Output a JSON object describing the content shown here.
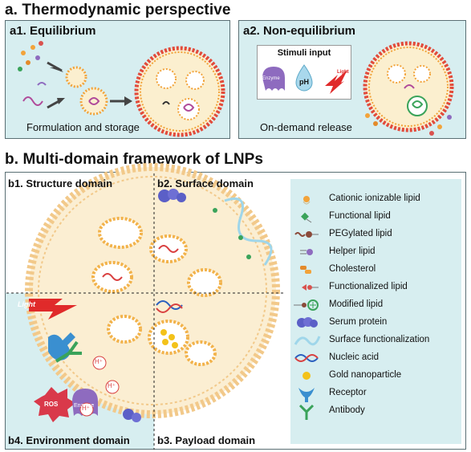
{
  "section_a": {
    "title": "a. Thermodynamic perspective",
    "a1": {
      "title": "a1. Equilibrium",
      "caption": "Formulation and storage"
    },
    "a2": {
      "title": "a2. Non-equilibrium",
      "caption": "On-demand release",
      "stimuli": {
        "title": "Stimuli input",
        "enzyme": "Enzyme",
        "ph": "pH",
        "light": "Light"
      }
    }
  },
  "section_b": {
    "title": "b. Multi-domain framework of LNPs",
    "domains": {
      "b1": "b1. Structure domain",
      "b2": "b2. Surface domain",
      "b3": "b3. Payload domain",
      "b4": "b4. Environment domain"
    },
    "env_labels": {
      "light": "Light",
      "ros": "ROS",
      "enzyme": "Enzyme",
      "h_plus": "H⁺"
    },
    "legend": [
      {
        "label": "Cationic ionizable lipid",
        "icon": "cationic-lipid-icon",
        "color": "#f2a33a"
      },
      {
        "label": "Functional lipid",
        "icon": "functional-lipid-icon",
        "color": "#3aa35a"
      },
      {
        "label": "PEGylated lipid",
        "icon": "pegylated-lipid-icon",
        "color": "#8b4a3a"
      },
      {
        "label": "Helper lipid",
        "icon": "helper-lipid-icon",
        "color": "#8e6bbf"
      },
      {
        "label": "Cholesterol",
        "icon": "cholesterol-icon",
        "color": "#e38a2a"
      },
      {
        "label": "Functionalized lipid",
        "icon": "functionalized-lipid-icon",
        "color": "#d9534f"
      },
      {
        "label": "Modified lipid",
        "icon": "modified-lipid-icon",
        "color": "#3aa35a"
      },
      {
        "label": "Serum protein",
        "icon": "serum-protein-icon",
        "color": "#5b5fc7"
      },
      {
        "label": "Surface functionalization",
        "icon": "surface-functionalization-icon",
        "color": "#9fd6ea"
      },
      {
        "label": "Nucleic acid",
        "icon": "nucleic-acid-icon",
        "color": "#d94040"
      },
      {
        "label": "Gold nanoparticle",
        "icon": "gold-nanoparticle-icon",
        "color": "#f3c21a"
      },
      {
        "label": "Receptor",
        "icon": "receptor-icon",
        "color": "#3a8fd0"
      },
      {
        "label": "Antibody",
        "icon": "antibody-icon",
        "color": "#3aa35a"
      }
    ]
  }
}
